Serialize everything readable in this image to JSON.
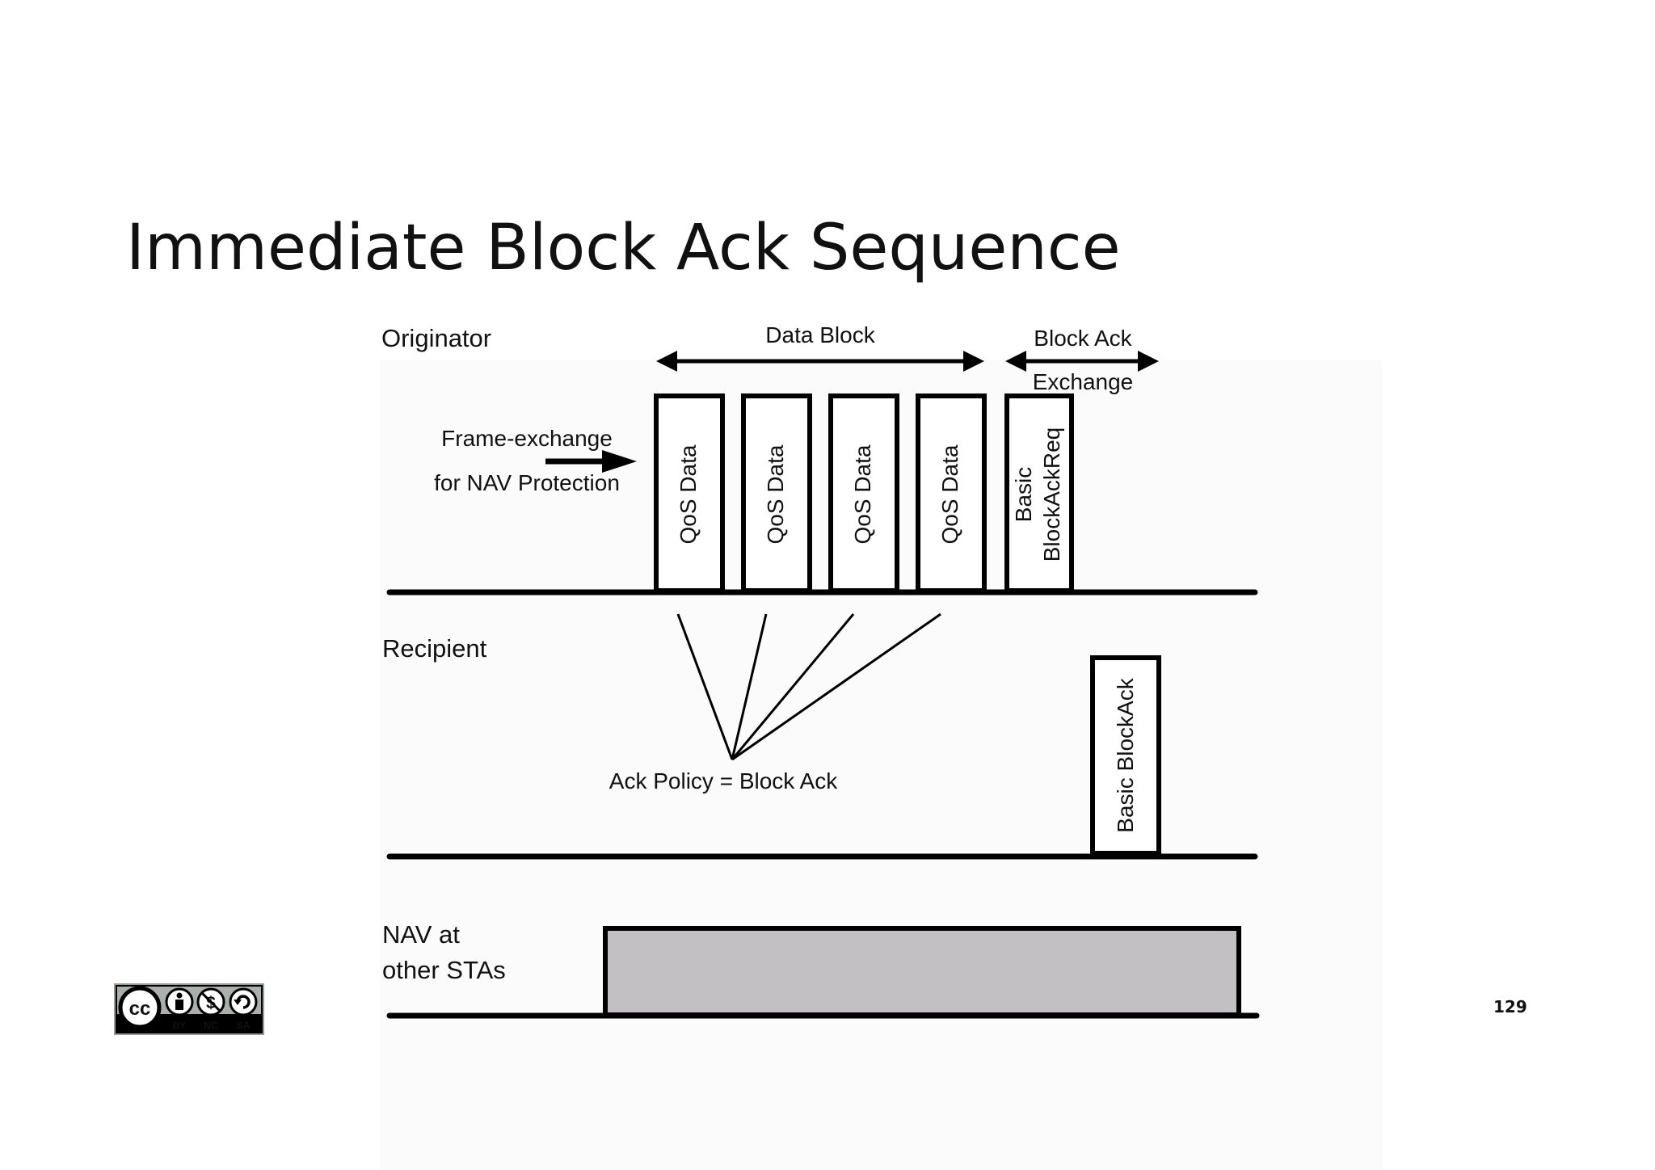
{
  "slide": {
    "title": "Immediate Block Ack Sequence",
    "page_number": "129"
  },
  "diagram": {
    "originator_label": "Originator",
    "recipient_label": "Recipient",
    "nav_label_line1": "NAV at",
    "nav_label_line2": "other STAs",
    "data_block_label": "Data Block",
    "block_ack_label_line1": "Block Ack",
    "block_ack_label_line2": "Exchange",
    "frame_exchange_line1": "Frame-exchange",
    "frame_exchange_line2": "for NAV Protection",
    "qos_frames": [
      "QoS Data",
      "QoS Data",
      "QoS Data",
      "QoS Data"
    ],
    "block_ack_req_line1": "Basic",
    "block_ack_req_line2": "BlockAckReq",
    "block_ack_frame": "Basic BlockAck",
    "ack_policy_label": "Ack Policy = Block Ack",
    "nav_fill_color": "#c2c0c3"
  },
  "license_badge": {
    "icon": "cc-by-nc-sa-icon",
    "labels": [
      "BY",
      "NC",
      "SA"
    ]
  }
}
